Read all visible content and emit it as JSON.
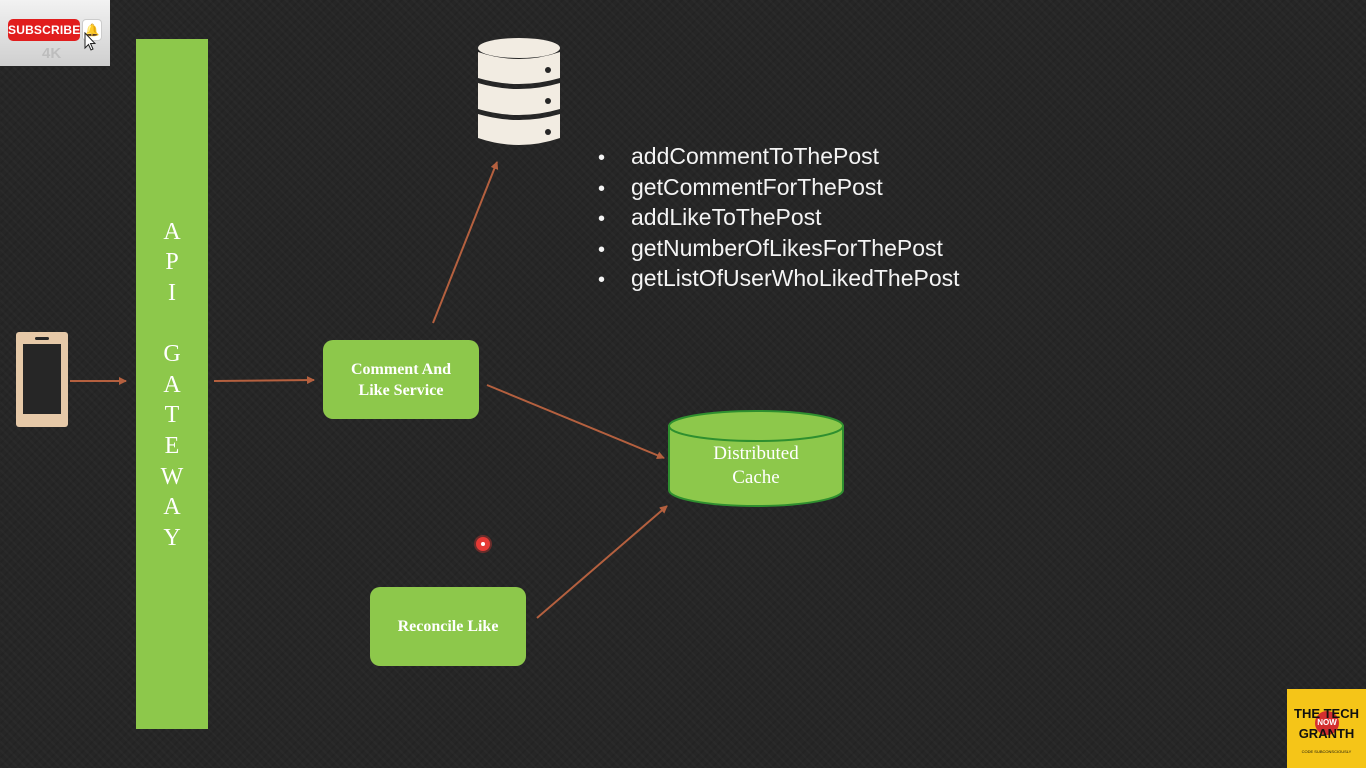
{
  "overlay": {
    "subscribe_label": "SUBSCRIBE",
    "quality_badge": "4K",
    "icons": [
      "bell-icon",
      "cursor-icon",
      "record-dot-icon"
    ]
  },
  "diagram": {
    "gateway": {
      "letters": [
        "A",
        "P",
        "I",
        "G",
        "A",
        "T",
        "E",
        "W",
        "A",
        "Y"
      ]
    },
    "services": {
      "comment_like_line1": "Comment And",
      "comment_like_line2": "Like Service",
      "reconcile": "Reconcile Like"
    },
    "cache": {
      "line1": "Distributed",
      "line2": "Cache"
    },
    "api_list": [
      "addCommentToThePost",
      "getCommentForThePost",
      "addLikeToThePost",
      "getNumberOfLikesForThePost",
      "getListOfUserWhoLikedThePost"
    ],
    "bullet": "•",
    "nodes": [
      "mobile-device",
      "api-gateway",
      "comment-and-like-service",
      "database",
      "distributed-cache",
      "reconcile-like"
    ],
    "edges": [
      {
        "from": "mobile-device",
        "to": "api-gateway"
      },
      {
        "from": "api-gateway",
        "to": "comment-and-like-service"
      },
      {
        "from": "comment-and-like-service",
        "to": "database"
      },
      {
        "from": "comment-and-like-service",
        "to": "distributed-cache"
      },
      {
        "from": "reconcile-like",
        "to": "distributed-cache"
      }
    ]
  },
  "logo": {
    "line1": "THE TECH",
    "line2": "GRANTH",
    "badge": "NOW",
    "tagline": "CODE SUBCONSCIOUSLY"
  },
  "colors": {
    "background": "#262626",
    "node_green": "#8dc84b",
    "arrow": "#b4603f",
    "database": "#f2ece2",
    "phone": "#e6c9a8",
    "subscribe_red": "#e11d1d",
    "logo_yellow": "#f5c518"
  }
}
